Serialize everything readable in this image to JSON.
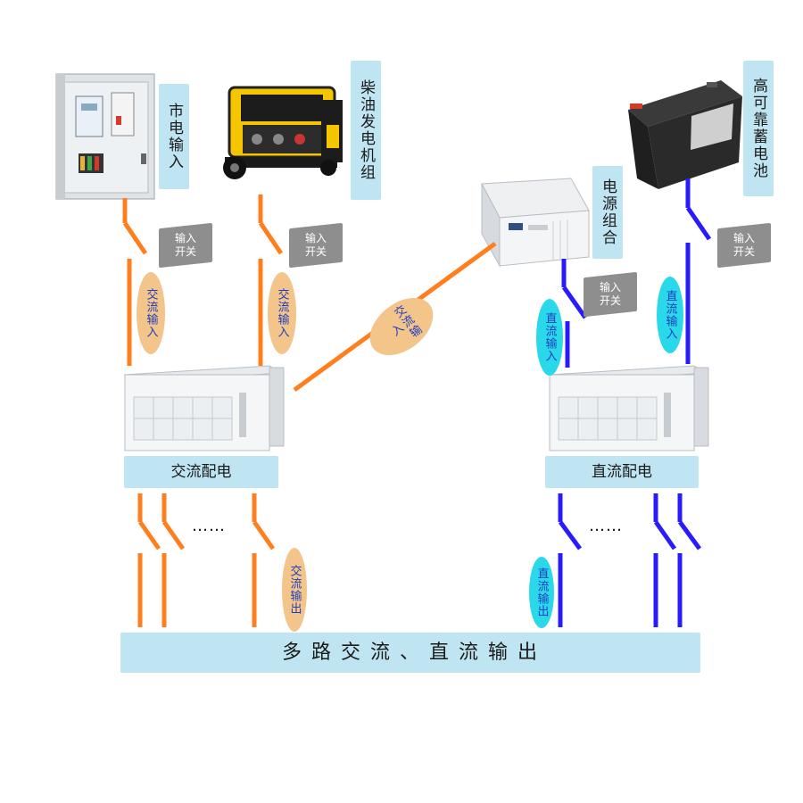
{
  "sources": {
    "mains": "市电输入",
    "diesel": "柴油发电机组",
    "power_combo": "电源组合",
    "battery": "高可靠蓄电池"
  },
  "switch_label": "输入\n开关",
  "ac_input": "交流输入",
  "dc_input": "直流输入",
  "ac_output": "交流输出",
  "dc_output": "直流输出",
  "ac_distribution": "交流配电",
  "dc_distribution": "直流配电",
  "ellipsis": "……",
  "bottom_bus": "多 路 交 流 、 直 流 输 出",
  "colors": {
    "ac_line": "#ff7f1f",
    "dc_line": "#2a1bff",
    "label_bg": "#bfe5f2",
    "ac_oval": "#f4c58b",
    "dc_oval": "#29d9ea"
  }
}
